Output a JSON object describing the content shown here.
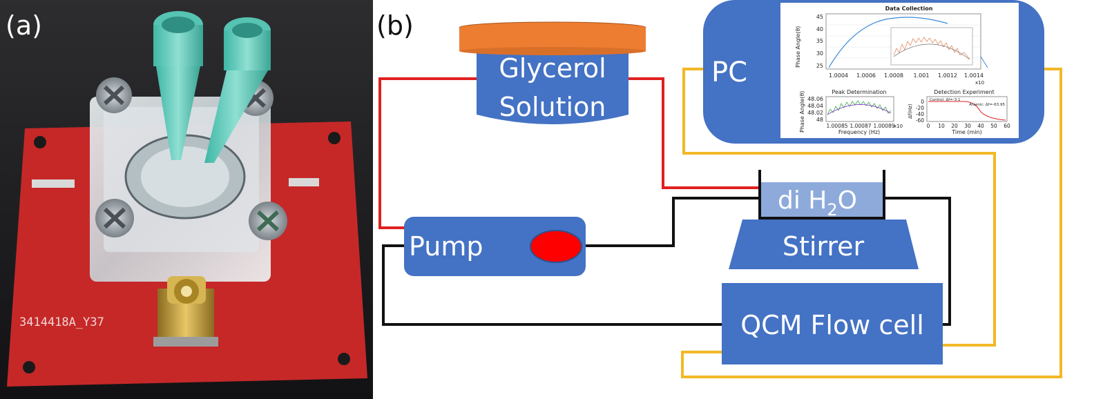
{
  "panel_a": {
    "label": "(a)",
    "board_text": "3414418A_Y37"
  },
  "panel_b": {
    "label": "(b)",
    "nodes": {
      "glycerol_line1": "Glycerol",
      "glycerol_line2": "Solution",
      "pump": "Pump",
      "stirrer": "Stirrer",
      "beaker_prefix": "di H",
      "beaker_sub": "2",
      "beaker_suffix": "O",
      "qcm": "QCM Flow cell",
      "pc": "PC"
    },
    "pc_screen": {
      "main_title": "Data Collection",
      "main_ylabel": "Phase Angle(θ)",
      "main_yticks": [
        "45",
        "40",
        "35",
        "30",
        "25"
      ],
      "main_xticks": [
        "1.0004",
        "1.0006",
        "1.0008",
        "1.001",
        "1.0012",
        "1.0014"
      ],
      "main_xexp": "x10",
      "peak_title": "Peak Determination",
      "peak_ylabel": "Phase Angle(θ)",
      "peak_yticks": [
        "48.06",
        "48.04",
        "48.02",
        "48"
      ],
      "peak_xlabel": "Frequency (Hz)",
      "peak_xticks": [
        "1.00085",
        "1.00087",
        "1.00089"
      ],
      "peak_xexp": "x10",
      "detect_title": "Detection Experiment",
      "detect_ylabel": "Δf(Hz)",
      "detect_yticks": [
        "0",
        "-20",
        "-40",
        "-60"
      ],
      "detect_xlabel": "Time (min)",
      "detect_xticks": [
        "0",
        "10",
        "20",
        "30",
        "40",
        "50",
        "60"
      ],
      "detect_legend_control": "Control: Δf=-3.1",
      "detect_legend_arsenic": "Arsenic: Δf=-63.95"
    },
    "colors": {
      "box_blue": "#4472c4",
      "lid_orange": "#ed7d31",
      "pump_dot_red": "#ff0000",
      "line_red": "#e02020",
      "line_black": "#111111",
      "line_yellow": "#f2b826",
      "beaker_fill": "#8eaadb",
      "pcb_red": "#c62828"
    }
  }
}
